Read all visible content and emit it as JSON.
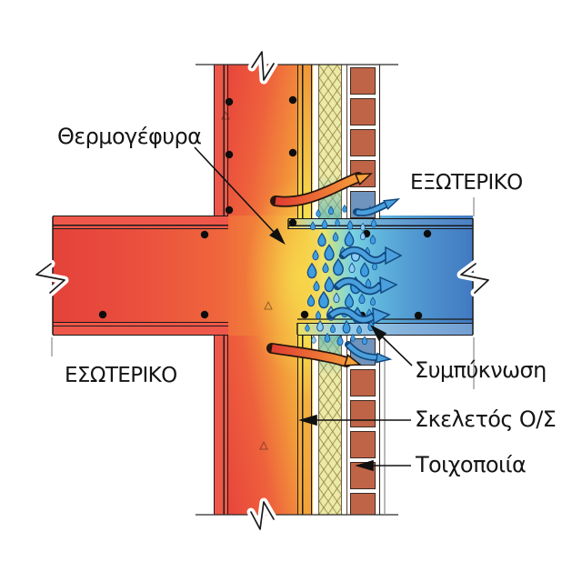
{
  "diagram": {
    "title_hidden": "",
    "labels": {
      "thermal_bridge": "Θερμογέφυρα",
      "exterior": "ΕΞΩΤΕΡΙΚΟ",
      "interior": "ΕΣΩΤΕΡΙΚΟ",
      "condensation": "Συμπύκνωση",
      "concrete_skeleton": "Σκελετός Ο/Σ",
      "masonry": "Τοιχοποιία"
    },
    "colors": {
      "hot_red": "#e8463c",
      "warm_orange": "#f28b39",
      "yellow": "#f6e04e",
      "cold_cyan": "#7cd3e2",
      "cold_blue": "#4279c1",
      "plaster_red": "#ee5749",
      "insulation_yellow": "#ece9a9",
      "brick": "#c06448",
      "brick_cold": "#6f94bd",
      "droplet_blue": "#3f9de0",
      "vapor_arrow_blue": "#4aa0dc",
      "heat_arrow_orange": "#f7a139",
      "line_black": "#1a1a1a"
    },
    "icons": [
      "droplet-icon",
      "vapor-arrow-icon",
      "heat-flow-arrow-icon",
      "leader-arrow-icon",
      "break-mark-icon",
      "rebar-dot-icon"
    ]
  }
}
